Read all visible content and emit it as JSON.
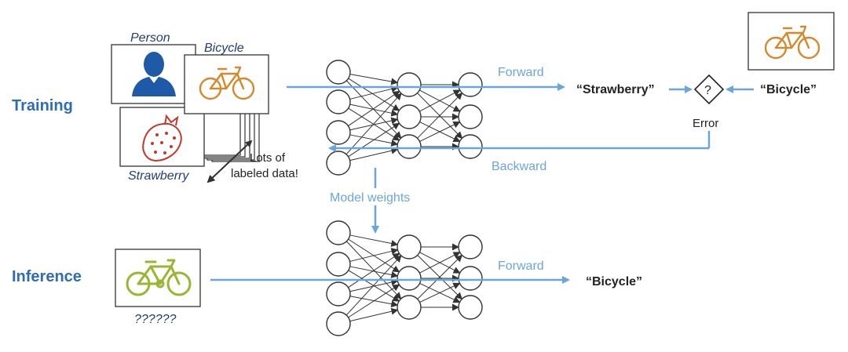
{
  "sections": {
    "training": "Training",
    "inference": "Inference"
  },
  "training": {
    "image_labels": {
      "person": "Person",
      "bicycle": "Bicycle",
      "strawberry": "Strawberry"
    },
    "data_note": [
      "Lots of",
      "labeled data!"
    ],
    "forward": "Forward",
    "backward": "Backward",
    "prediction": "“Strawberry”",
    "compare_symbol": "?",
    "error": "Error",
    "ground_truth": "“Bicycle”"
  },
  "transfer": {
    "model_weights": "Model weights"
  },
  "inference": {
    "input_label": "??????",
    "forward": "Forward",
    "prediction": "“Bicycle”"
  },
  "colors": {
    "section_title": "#2f6db3",
    "flow_arrow": "#6aa6de",
    "person_icon": "#1e5aa8",
    "bicycle_icon": "#d4892c",
    "strawberry_icon": "#c0392b",
    "inference_bicycle_icon": "#9ab532"
  },
  "icons": [
    "person-icon",
    "bicycle-icon",
    "strawberry-icon"
  ],
  "network": {
    "layer_sizes": [
      4,
      3,
      3
    ]
  }
}
